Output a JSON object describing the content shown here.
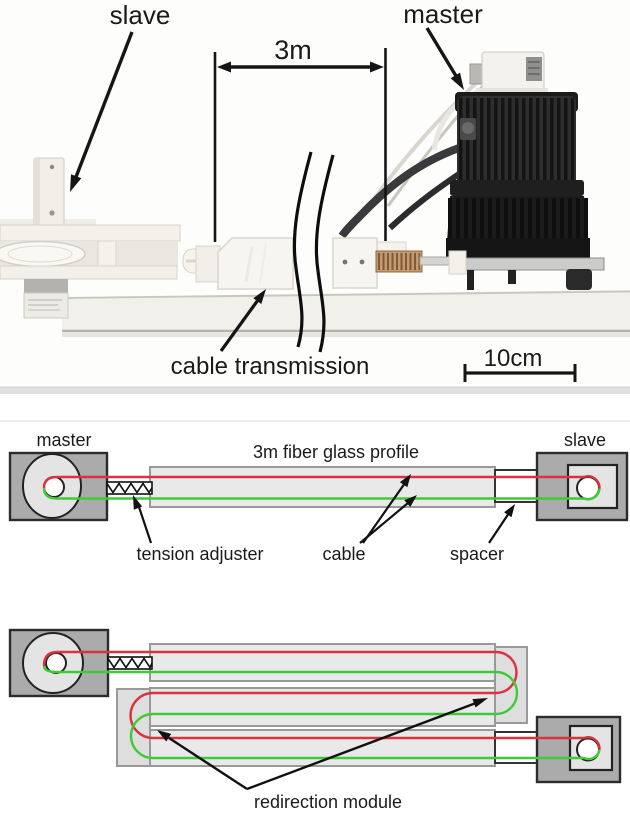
{
  "figure": {
    "photo": {
      "labels": {
        "slave": "slave",
        "master": "master",
        "distance": "3m",
        "cable_transmission": "cable transmission",
        "scale_bar": "10cm"
      }
    },
    "diagram_stretched": {
      "labels": {
        "master": "master",
        "slave": "slave",
        "profile": "3m fiber glass profile",
        "tension_adjuster": "tension adjuster",
        "cable": "cable",
        "spacer": "spacer"
      }
    },
    "diagram_folded": {
      "labels": {
        "redirection_module": "redirection module"
      }
    },
    "colors": {
      "cable_red": "#d9333f",
      "cable_green": "#3ecb35",
      "block_gray": "#ababab",
      "profile_gray": "#e9e9e9",
      "module_gray": "#dedede",
      "annotation_black": "#141414"
    }
  }
}
